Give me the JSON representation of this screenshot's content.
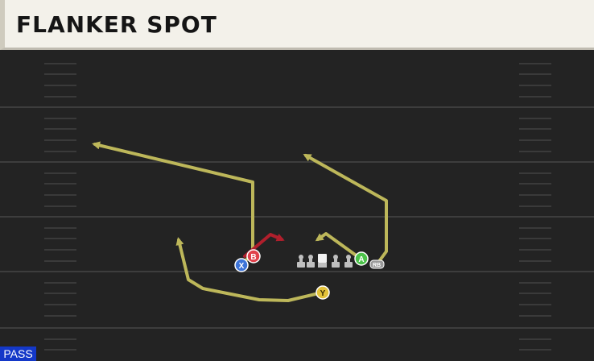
{
  "play": {
    "title": "FLANKER SPOT",
    "type_badge": "PASS"
  },
  "players": {
    "x": {
      "label": "X",
      "color": "#3d74d8"
    },
    "b": {
      "label": "B",
      "color": "#e0404a"
    },
    "a": {
      "label": "A",
      "color": "#4cc24a"
    },
    "y": {
      "label": "Y",
      "color": "#e3c23a"
    },
    "rb": {
      "label": "RB",
      "color": "#9a9a9a"
    }
  },
  "colors": {
    "route": "#bdb75a",
    "hot_route": "#b01f2c",
    "pass_badge": "#1438c8",
    "field": "#232323",
    "yard_line": "#3d3d3d"
  }
}
